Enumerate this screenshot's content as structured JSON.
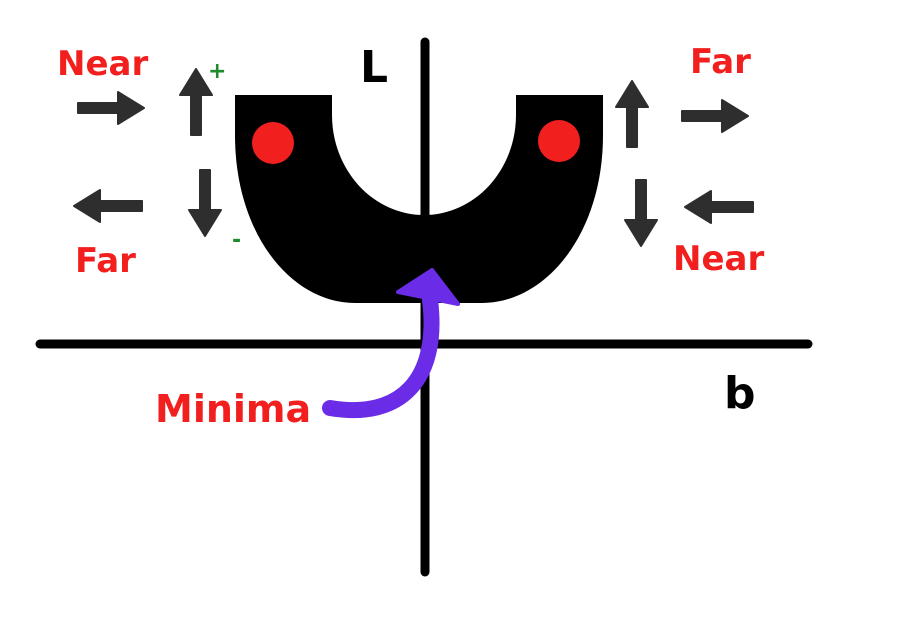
{
  "axes": {
    "vertical_label": "L",
    "horizontal_label": "b"
  },
  "labels": {
    "left_top": "Near",
    "left_bottom": "Far",
    "right_top": "Far",
    "right_bottom": "Near",
    "minima": "Minima",
    "plus": "+",
    "minus": "-"
  },
  "colors": {
    "label_red": "#f21f1f",
    "ball_red": "#f21f1f",
    "curve": "#000000",
    "axis": "#000000",
    "minima_arrow": "#6a2ce6",
    "sign_green": "#1f8a2e",
    "arrow_gray": "#2e2e2e"
  }
}
